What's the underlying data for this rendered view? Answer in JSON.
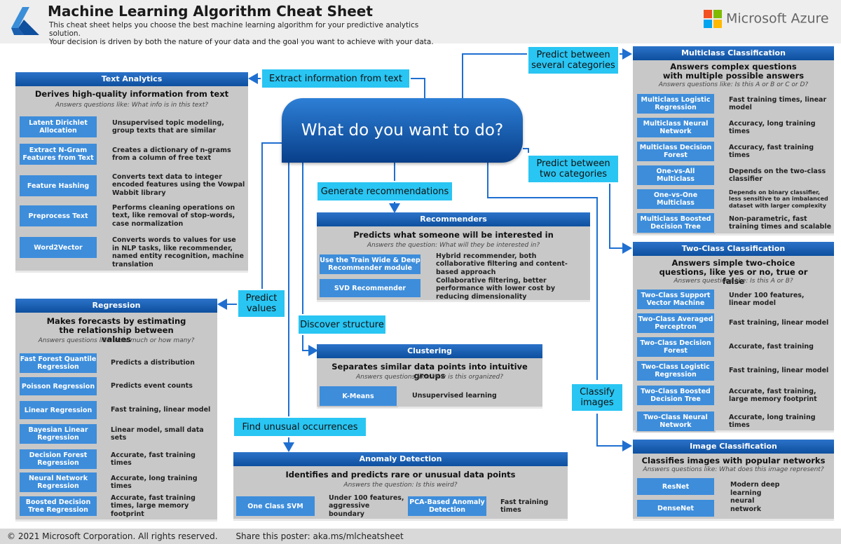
{
  "header": {
    "title": "Machine Learning Algorithm Cheat Sheet",
    "subtitle_1": "This cheat sheet helps you choose the best machine learning algorithm for your predictive analytics solution.",
    "subtitle_2": "Your decision is driven by both the nature of your data and the goal you want to achieve with your data.",
    "brand": "Microsoft Azure",
    "colors": {
      "red": "#f25022",
      "green": "#7fba00",
      "blue": "#00a4ef",
      "yellow": "#ffb900"
    }
  },
  "center": "What do you want to do?",
  "actions": {
    "extract": "Extract information from text",
    "predict_several": "Predict between several categories",
    "predict_two": "Predict between two categories",
    "generate_rec": "Generate recommendations",
    "predict_values": "Predict values",
    "discover": "Discover structure",
    "classify_images": "Classify images",
    "unusual": "Find unusual occurrences"
  },
  "text_analytics": {
    "title": "Text Analytics",
    "headline": "Derives high-quality information from text",
    "question": "Answers questions like: What info is in this text?",
    "items": [
      {
        "name": "Latent Dirichlet Allocation",
        "desc": "Unsupervised topic modeling, group texts that are similar"
      },
      {
        "name": "Extract N-Gram Features from Text",
        "desc": "Creates a dictionary of n-grams from a column of free text"
      },
      {
        "name": "Feature Hashing",
        "desc": "Converts text data to integer encoded features using the Vowpal Wabbit library"
      },
      {
        "name": "Preprocess Text",
        "desc": "Performs cleaning operations on text, like removal of stop-words, case normalization"
      },
      {
        "name": "Word2Vector",
        "desc": "Converts words to values for use in NLP tasks, like recommender, named entity recognition, machine translation"
      }
    ]
  },
  "regression": {
    "title": "Regression",
    "headline": "Makes forecasts by estimating the relationship between values",
    "question": "Answers questions like: How much or how many?",
    "items": [
      {
        "name": "Fast Forest Quantile Regression",
        "desc": "Predicts a distribution"
      },
      {
        "name": "Poisson Regression",
        "desc": "Predicts event counts"
      },
      {
        "name": "Linear Regression",
        "desc": "Fast training, linear model"
      },
      {
        "name": "Bayesian Linear Regression",
        "desc": "Linear model, small data sets"
      },
      {
        "name": "Decision Forest Regression",
        "desc": "Accurate, fast training times"
      },
      {
        "name": "Neural Network Regression",
        "desc": "Accurate, long training times"
      },
      {
        "name": "Boosted Decision Tree Regression",
        "desc": "Accurate, fast training times, large memory footprint"
      }
    ]
  },
  "recommenders": {
    "title": "Recommenders",
    "headline": "Predicts what someone will be interested in",
    "question": "Answers the question: What will they be interested in?",
    "items": [
      {
        "name": "Use the Train Wide & Deep Recommender module",
        "desc": "Hybrid recommender, both collaborative filtering and content-based approach"
      },
      {
        "name": "SVD Recommender",
        "desc": "Collaborative filtering, better performance with lower cost by reducing dimensionality"
      }
    ]
  },
  "clustering": {
    "title": "Clustering",
    "headline": "Separates similar data points into intuitive groups",
    "question": "Answers questions like: How is this organized?",
    "items": [
      {
        "name": "K-Means",
        "desc": "Unsupervised learning"
      }
    ]
  },
  "anomaly": {
    "title": "Anomaly Detection",
    "headline": "Identifies and predicts rare or unusual data points",
    "question": "Answers the question: Is this weird?",
    "items": [
      {
        "name": "One Class SVM",
        "desc": "Under 100 features, aggressive boundary"
      },
      {
        "name": "PCA-Based Anomaly Detection",
        "desc": "Fast training times"
      }
    ]
  },
  "multiclass": {
    "title": "Multiclass Classification",
    "headline": "Answers complex questions with multiple possible answers",
    "question": "Answers questions like: Is this A or B or C or D?",
    "items": [
      {
        "name": "Multiclass Logistic Regression",
        "desc": "Fast training times, linear model"
      },
      {
        "name": "Multiclass Neural Network",
        "desc": "Accuracy, long training times"
      },
      {
        "name": "Multiclass Decision Forest",
        "desc": "Accuracy, fast training times"
      },
      {
        "name": "One-vs-All Multiclass",
        "desc": "Depends on the two-class classifier"
      },
      {
        "name": "One-vs-One Multiclass",
        "desc": "Depends on binary classifier, less sensitive to an imbalanced dataset with larger complexity"
      },
      {
        "name": "Multiclass Boosted Decision Tree",
        "desc": "Non-parametric, fast training times and scalable"
      }
    ]
  },
  "twoclass": {
    "title": "Two-Class Classification",
    "headline": "Answers simple two-choice questions, like yes or no, true or false",
    "question": "Answers questions like: Is this A or B?",
    "items": [
      {
        "name": "Two-Class Support Vector Machine",
        "desc": "Under 100 features, linear model"
      },
      {
        "name": "Two-Class Averaged Perceptron",
        "desc": "Fast training, linear model"
      },
      {
        "name": "Two-Class Decision Forest",
        "desc": "Accurate, fast training"
      },
      {
        "name": "Two-Class Logistic Regression",
        "desc": "Fast training, linear model"
      },
      {
        "name": "Two-Class Boosted Decision Tree",
        "desc": "Accurate, fast training, large memory footprint"
      },
      {
        "name": "Two-Class Neural Network",
        "desc": "Accurate, long training times"
      }
    ]
  },
  "image_classification": {
    "title": "Image Classification",
    "headline": "Classifies images with popular networks",
    "question": "Answers questions like: What does this image represent?",
    "items": [
      {
        "name": "ResNet"
      },
      {
        "name": "DenseNet"
      }
    ],
    "desc": "Modern deep learning neural network"
  },
  "footer": {
    "copyright": "© 2021 Microsoft Corporation. All rights reserved.",
    "share": "Share this poster: aka.ms/mlcheatsheet"
  }
}
